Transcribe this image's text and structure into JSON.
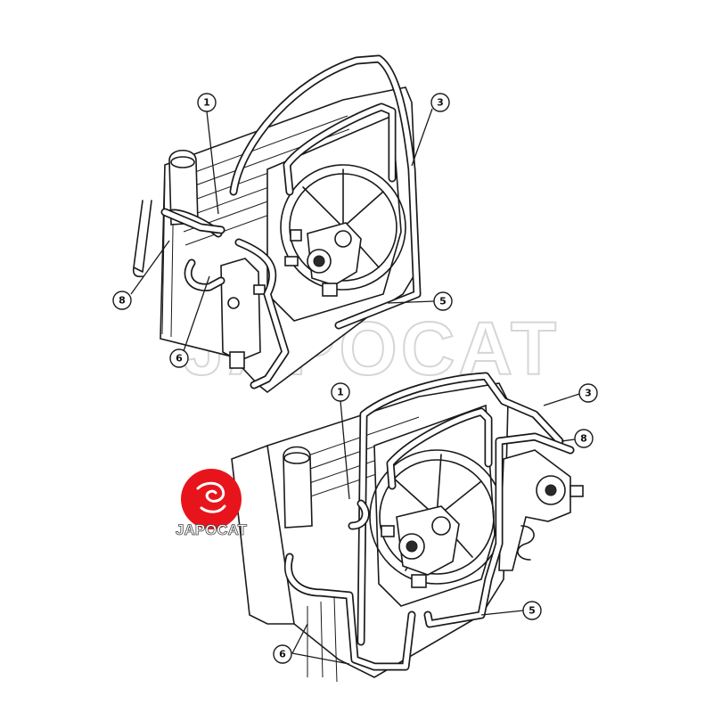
{
  "watermark": {
    "text": "JAPOCAT"
  },
  "logo": {
    "name": "JAPOCAT",
    "color": "#e8141c"
  },
  "top_view": {
    "callouts": [
      {
        "id": "1"
      },
      {
        "id": "3"
      },
      {
        "id": "8"
      },
      {
        "id": "6"
      },
      {
        "id": "5"
      }
    ]
  },
  "bottom_view": {
    "callouts": [
      {
        "id": "1"
      },
      {
        "id": "3"
      },
      {
        "id": "8"
      },
      {
        "id": "5"
      },
      {
        "id": "6"
      }
    ]
  },
  "colors": {
    "line": "#1a1a1a",
    "watermark": "#d6d6d6",
    "logo": "#e8141c"
  }
}
